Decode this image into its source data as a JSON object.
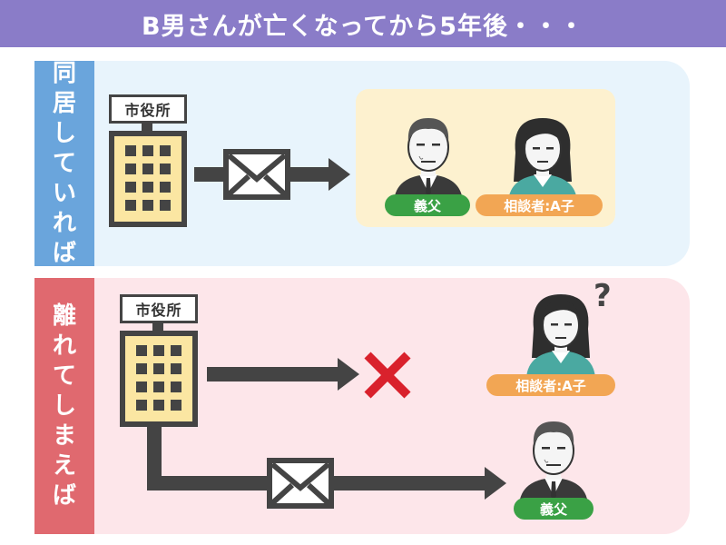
{
  "header": {
    "title": "B男さんが亡くなってから5年後・・・"
  },
  "top_section": {
    "side_label": "同居していれば",
    "building_sign": "市役所",
    "father_label": "義父",
    "consultant_label": "相談者:A子"
  },
  "bottom_section": {
    "side_label": "離れてしまえば",
    "building_sign": "市役所",
    "consultant_label": "相談者:A子",
    "question_mark": "?",
    "father_label": "義父"
  },
  "colors": {
    "header": "#8a7cc8",
    "top_side": "#6aa5dc",
    "bottom_side": "#e0696f",
    "top_panel": "#e8f4fc",
    "bottom_panel": "#fde6ea",
    "family_box": "#fdf1cf",
    "green_label": "#3aa145",
    "orange_label": "#f2a654",
    "cross": "#d9212c",
    "arrow": "#444444"
  }
}
